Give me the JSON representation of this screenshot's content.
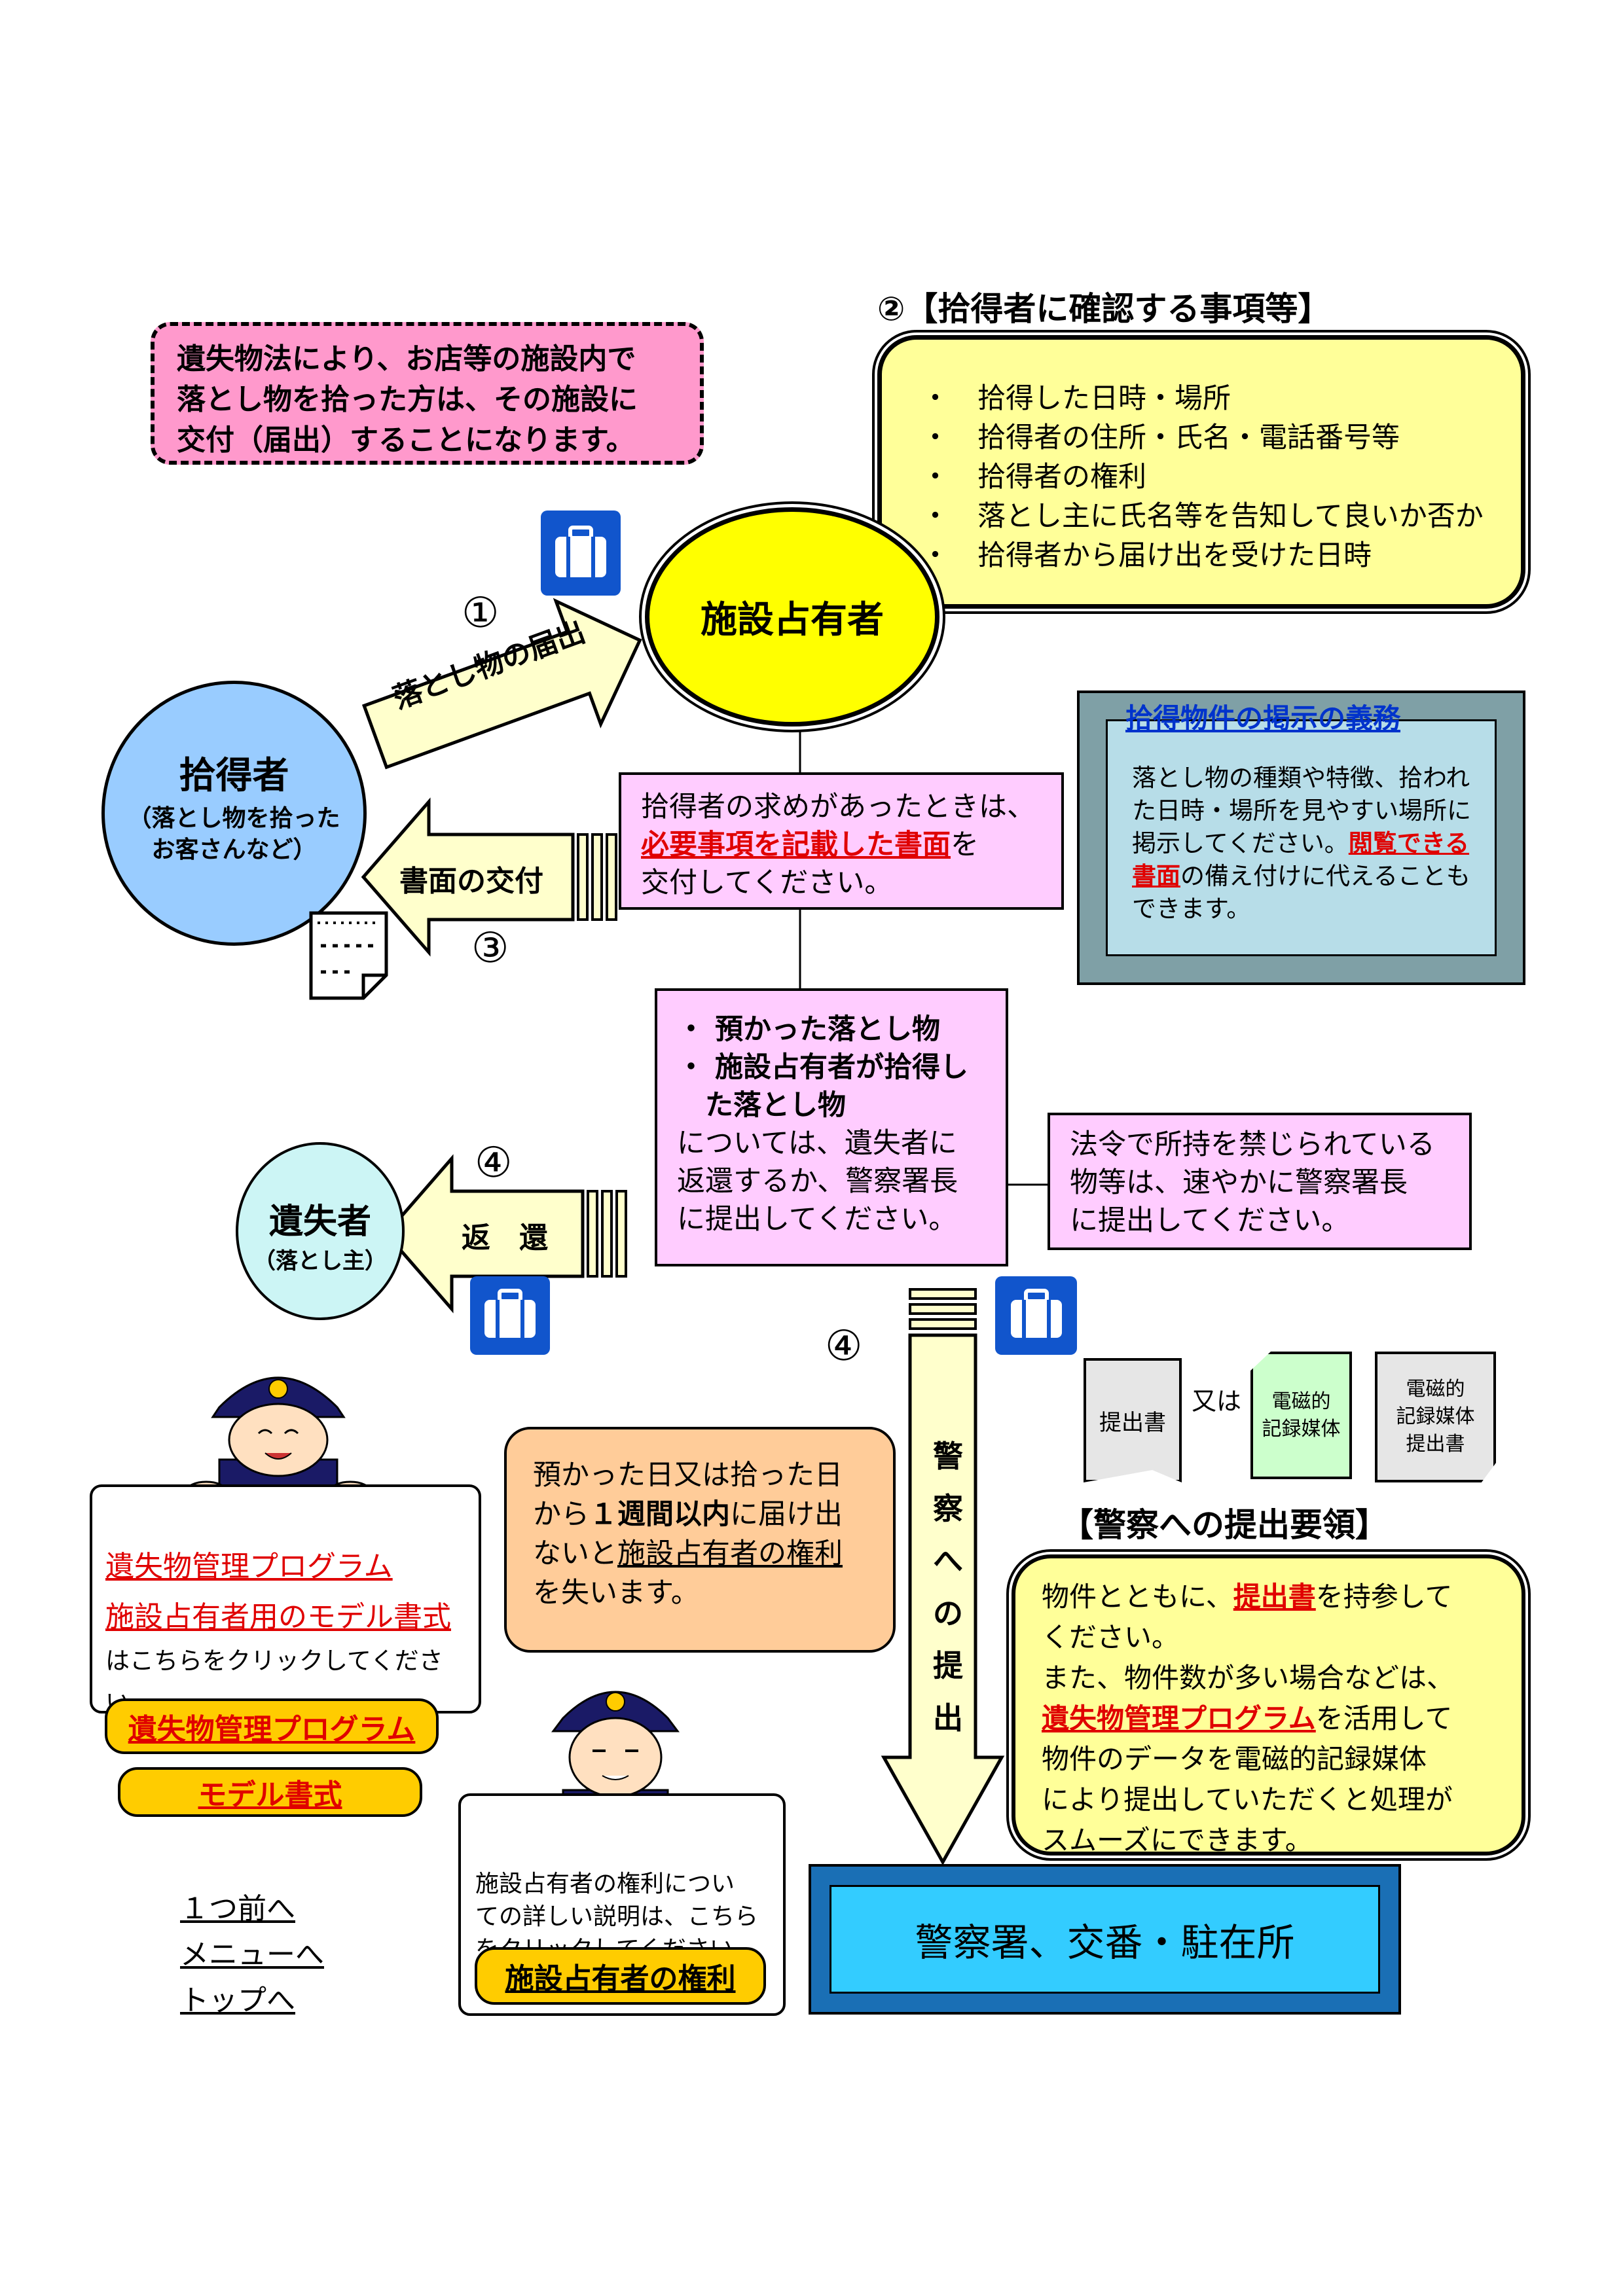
{
  "intro_note": "遺失物法により、お店等の施設内で\n落とし物を拾った方は、その施設に\n交付（届出）することになります。",
  "owner_title": "施設占有者",
  "confirm": {
    "heading": "②【拾得者に確認する事項等】",
    "items": [
      "・　拾得した日時・場所",
      "・　拾得者の住所・氏名・電話番号等",
      "・　拾得者の権利",
      "・　落とし主に氏名等を告知して良いか否か",
      "・　拾得者から届け出を受けた日時"
    ]
  },
  "finder": {
    "title": "拾得者",
    "subtitle": "（落とし物を拾った\nお客さんなど）"
  },
  "step1": {
    "num": "①",
    "label": "落とし物の届出"
  },
  "step3": {
    "num": "③",
    "label": "書面の交付"
  },
  "step4_return": {
    "num": "④",
    "label": "返　還"
  },
  "step4_police": {
    "num": "④",
    "label": "警\n察\nへ\nの\n提\n出"
  },
  "written_doc": {
    "line1": "拾得者の求めがあったときは、",
    "link": "必要事項を記載した書面",
    "after_link": "を",
    "line3": "交付してください。"
  },
  "posting_duty": {
    "title": "拾得物件の掲示の義務",
    "body": "落とし物の種類や特徴、拾われた日時・場所を見やすい場所に掲示してください。",
    "link": "閲覧できる書面",
    "after_link": "の備え付けに代えることもできます。"
  },
  "return_box": {
    "bullet1": "・ 預かった落とし物",
    "bullet2": "・ 施設占有者が拾得し\n　た落とし物",
    "body": "については、遺失者に\n返還するか、警察署長\nに提出してください。"
  },
  "prohibited": "法令で所持を禁じられている\n物等は、速やかに警察署長\nに提出してください。",
  "loser": {
    "title": "遺失者",
    "subtitle": "（落とし主）"
  },
  "docs": {
    "doc1": "提出書",
    "or": "又は",
    "doc2": "電磁的\n記録媒体",
    "doc3": "電磁的\n記録媒体\n提出書"
  },
  "submission": {
    "heading": "【警察への提出要領】",
    "pre1": "物件とともに、",
    "link1": "提出書",
    "post1": "を持参して\nください。\nまた、物件数が多い場合などは、",
    "link2": "遺失物管理プログラム",
    "post2": "を活用して\n物件のデータを電磁的記録媒体\nにより提出していただくと処理が\nスムーズにできます。"
  },
  "deadline": {
    "pre": "預かった日又は拾った日\nから",
    "bold": "１週間以内",
    "mid": "に届け出\nないと",
    "ul": "施設占有者の権利",
    "post": "を失います。"
  },
  "program_panel": {
    "link1": "遺失物管理プログラム",
    "link2": "施設占有者用のモデル書式",
    "note": "はこちらをクリックしてください。",
    "btn1": "遺失物管理プログラム",
    "btn2": "モデル書式"
  },
  "rights_panel": {
    "note": "施設占有者の権利につい\nての詳しい説明は、こちら\nをクリックしてください。",
    "btn": "施設占有者の権利"
  },
  "police": "警察署、交番・駐在所",
  "nav": {
    "prev": "１つ前へ",
    "menu": "メニューへ",
    "top": "トップへ"
  },
  "colors": {
    "pink": "#ff99cc",
    "yellow": "#ffff99",
    "owner": "#ffff00",
    "finder_blue": "#99ccff",
    "arrow": "#ffffcc",
    "lavender": "#ffccff",
    "teal": "#b7dde8",
    "orange": "#ffcc99",
    "police": "#33ccff",
    "btn_orange": "#ffcc00",
    "link_red": "#e00000",
    "heading_blue": "#0033cc"
  },
  "icons": [
    "suitcase-icon",
    "document-icon",
    "police-officer-icon"
  ]
}
